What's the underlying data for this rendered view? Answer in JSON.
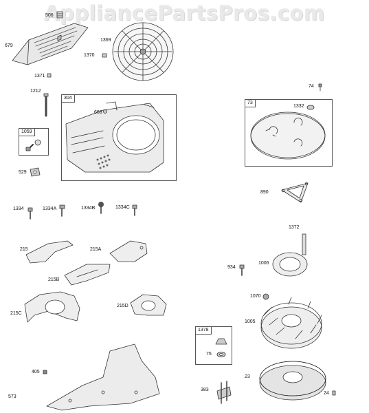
{
  "watermark": "AppliancePartsPros.com",
  "labels": {
    "p506": "506",
    "p679": "679",
    "p1369": "1369",
    "p1370": "1370",
    "p1371": "1371",
    "p1212": "1212",
    "p304": "304",
    "p668": "668",
    "p1059": "1059",
    "p529": "529",
    "p74": "74",
    "p73": "73",
    "p1332": "1332",
    "p890": "890",
    "p1334": "1334",
    "p1334A": "1334A",
    "p1334B": "1334B",
    "p1334C": "1334C",
    "p215": "215",
    "p215A": "215A",
    "p215B": "215B",
    "p215C": "215C",
    "p215D": "215D",
    "p1372": "1372",
    "p934": "934",
    "p1006": "1006",
    "p1070": "1070",
    "p1005": "1005",
    "p1378": "1378",
    "p75": "75",
    "p23": "23",
    "p405": "405",
    "p573": "573",
    "p383": "383",
    "p24": "24"
  }
}
